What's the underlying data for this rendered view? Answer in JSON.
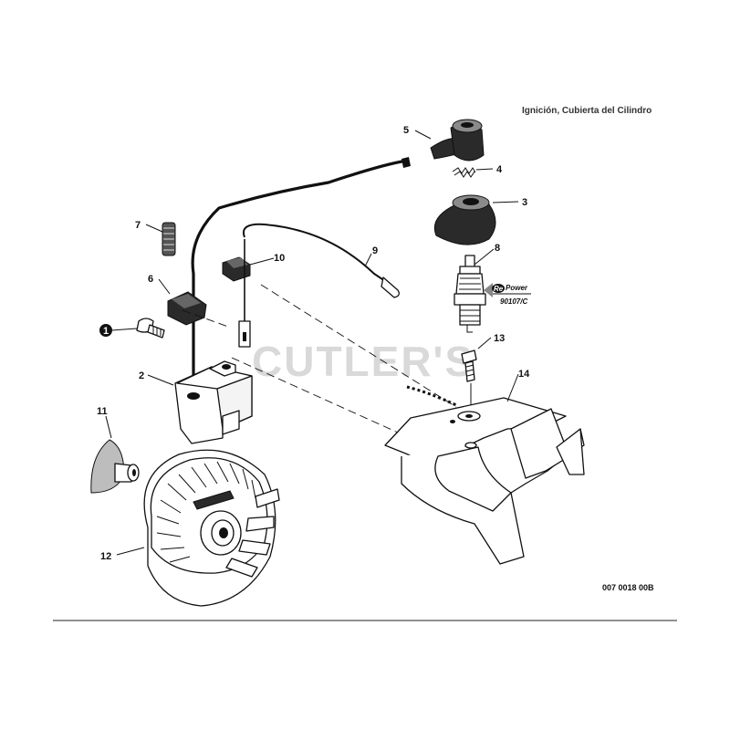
{
  "header_text": "Ignición, Cubierta del Cilindro",
  "drawing_ref": "007 0018 00B",
  "watermark": "CUTLER'S",
  "brand": {
    "badge": "Re",
    "name": "Power",
    "code": "90107/C"
  },
  "callouts": [
    "1",
    "2",
    "3",
    "4",
    "5",
    "6",
    "7",
    "8",
    "9",
    "10",
    "11",
    "12",
    "13",
    "14"
  ]
}
